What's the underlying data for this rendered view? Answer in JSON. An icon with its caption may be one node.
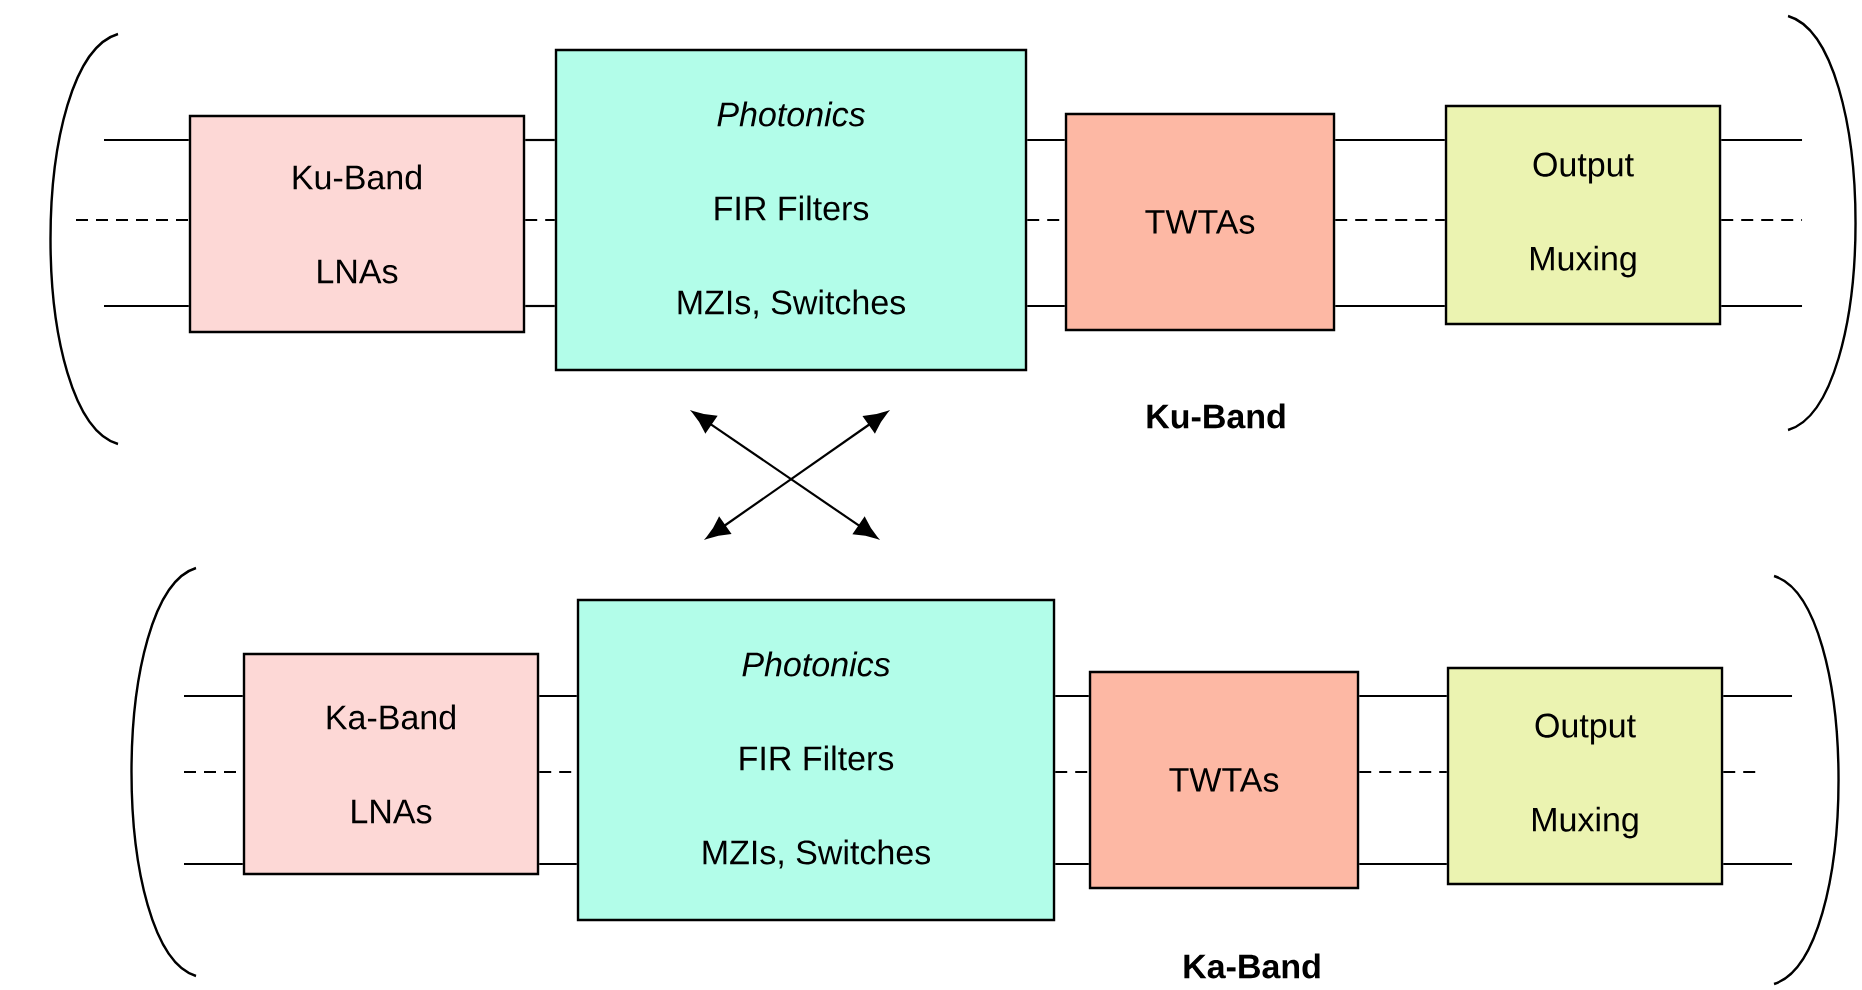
{
  "diagram": {
    "nodes": [
      {
        "text": [
          "Ku-Band LNAs"
        ]
      },
      {
        "text": [
          "Photonics",
          "FIR Filters",
          "MZIs, Switches"
        ]
      },
      {
        "text": [
          "TWTAs"
        ]
      },
      {
        "text": [
          "Output Muxing"
        ]
      },
      {
        "text": [
          "Ka-Band LNAs"
        ]
      },
      {
        "text": [
          "Photonics",
          "FIR Filters",
          "MZIs, Switches"
        ]
      },
      {
        "text": [
          "TWTAs"
        ]
      },
      {
        "text": [
          "Output Muxing"
        ]
      }
    ],
    "edges": [
      {
        "from": null,
        "to": 0,
        "arrow": "none"
      },
      {
        "from": null,
        "to": 0,
        "arrow": "none",
        "style": "dashed"
      },
      {
        "from": null,
        "to": 0,
        "arrow": "none"
      },
      {
        "from": 0,
        "to": 1,
        "arrow": "none"
      },
      {
        "from": 0,
        "to": 1,
        "arrow": "none",
        "style": "dashed"
      },
      {
        "from": 0,
        "to": 1,
        "arrow": "none"
      },
      {
        "from": 1,
        "to": 2,
        "arrow": "none"
      },
      {
        "from": 1,
        "to": 2,
        "arrow": "none",
        "style": "dashed"
      },
      {
        "from": 1,
        "to": 2,
        "arrow": "none"
      },
      {
        "from": 2,
        "to": 3,
        "arrow": "none"
      },
      {
        "from": 2,
        "to": 3,
        "arrow": "none",
        "style": "dashed"
      },
      {
        "from": 2,
        "to": 3,
        "arrow": "none"
      },
      {
        "from": 3,
        "to": null,
        "arrow": "none"
      },
      {
        "from": 3,
        "to": null,
        "arrow": "none",
        "style": "dashed"
      },
      {
        "from": 3,
        "to": null,
        "arrow": "none"
      },
      {
        "from": null,
        "to": 4,
        "arrow": "none"
      },
      {
        "from": null,
        "to": 4,
        "arrow": "none",
        "style": "dashed"
      },
      {
        "from": null,
        "to": 4,
        "arrow": "none"
      },
      {
        "from": 4,
        "to": 5,
        "arrow": "none"
      },
      {
        "from": 4,
        "to": 5,
        "arrow": "none",
        "style": "dashed"
      },
      {
        "from": 4,
        "to": 5,
        "arrow": "none"
      },
      {
        "from": 5,
        "to": 6,
        "arrow": "none"
      },
      {
        "from": 5,
        "to": 6,
        "arrow": "none",
        "style": "dashed"
      },
      {
        "from": 5,
        "to": 6,
        "arrow": "none"
      },
      {
        "from": 6,
        "to": 7,
        "arrow": "none"
      },
      {
        "from": 6,
        "to": 7,
        "arrow": "none",
        "style": "dashed"
      },
      {
        "from": 6,
        "to": 7,
        "arrow": "none"
      },
      {
        "from": 7,
        "to": null,
        "arrow": "none"
      },
      {
        "from": 7,
        "to": null,
        "arrow": "none",
        "style": "dashed"
      },
      {
        "from": 7,
        "to": null,
        "arrow": "none"
      }
    ],
    "labels": [
      "Ku-Band",
      "Ka-Band"
    ]
  }
}
